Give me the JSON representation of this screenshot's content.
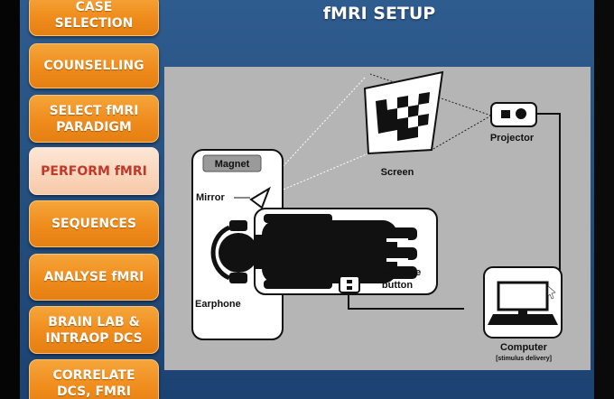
{
  "slide": {
    "title": "fMRI SETUP"
  },
  "menu": {
    "items": [
      {
        "label": "CASE SELECTION"
      },
      {
        "label": "COUNSELLING"
      },
      {
        "label": "SELECT fMRI PARADIGM"
      },
      {
        "label": "PERFORM fMRI"
      },
      {
        "label": "SEQUENCES"
      },
      {
        "label": "ANALYSE fMRI"
      },
      {
        "label": "BRAIN LAB & INTRAOP DCS"
      },
      {
        "label": "CORRELATE DCS, FMRI"
      }
    ],
    "active_index": 3
  },
  "diagram": {
    "magnet": "Magnet",
    "mirror": "Mirror",
    "earphone": "Earphone",
    "screen": "Screen",
    "projector": "Projector",
    "response_1": "Response",
    "response_2": "button",
    "computer": "Computer",
    "computer_sub": "[stimulus delivery]"
  },
  "colors": {
    "button_orange": "#ef8c1c",
    "button_active": "#f8c9a8",
    "active_text": "#c0392b",
    "background_blue": "#25507f",
    "diagram_gray": "#b5b5b5"
  }
}
